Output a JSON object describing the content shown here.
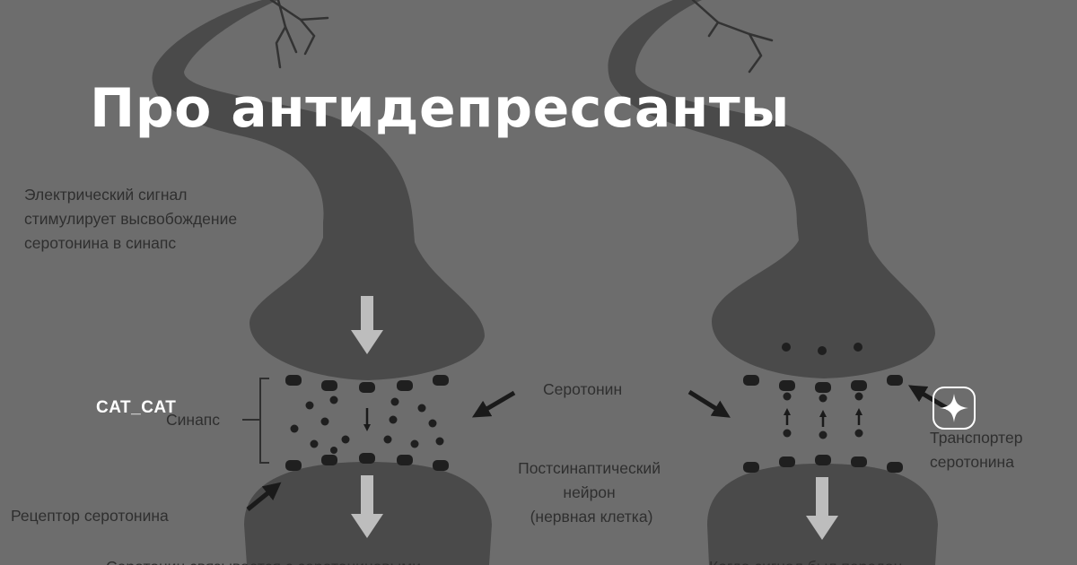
{
  "post": {
    "title": "Про антидепрессанты",
    "author": "CAT_CAT"
  },
  "diagram": {
    "signal_label": [
      "Электрический сигнал",
      "стимулирует высвобождение",
      "серотонина в синапс"
    ],
    "synapse_label": "Синапс",
    "serotonin_label": "Серотонин",
    "postsynaptic_label": [
      "Постсинаптический",
      "нейрон",
      "(нервная клетка)"
    ],
    "receptor_label": "Рецептор серотонина",
    "transporter_label": [
      "Транспортер",
      "серотонина"
    ],
    "bottom_caption_left": "Серотонин связывается с серотониновыми",
    "bottom_caption_right": "Когда сигнал был передан"
  },
  "colors": {
    "background": "#6d6d6d",
    "neuron": "#4a4a4a",
    "dots": "#1f1f1f",
    "overlay_text": "#ffffff",
    "diagram_text": "#2f2f2f"
  },
  "icons": {
    "brand": "four-point-sparkle-icon"
  }
}
